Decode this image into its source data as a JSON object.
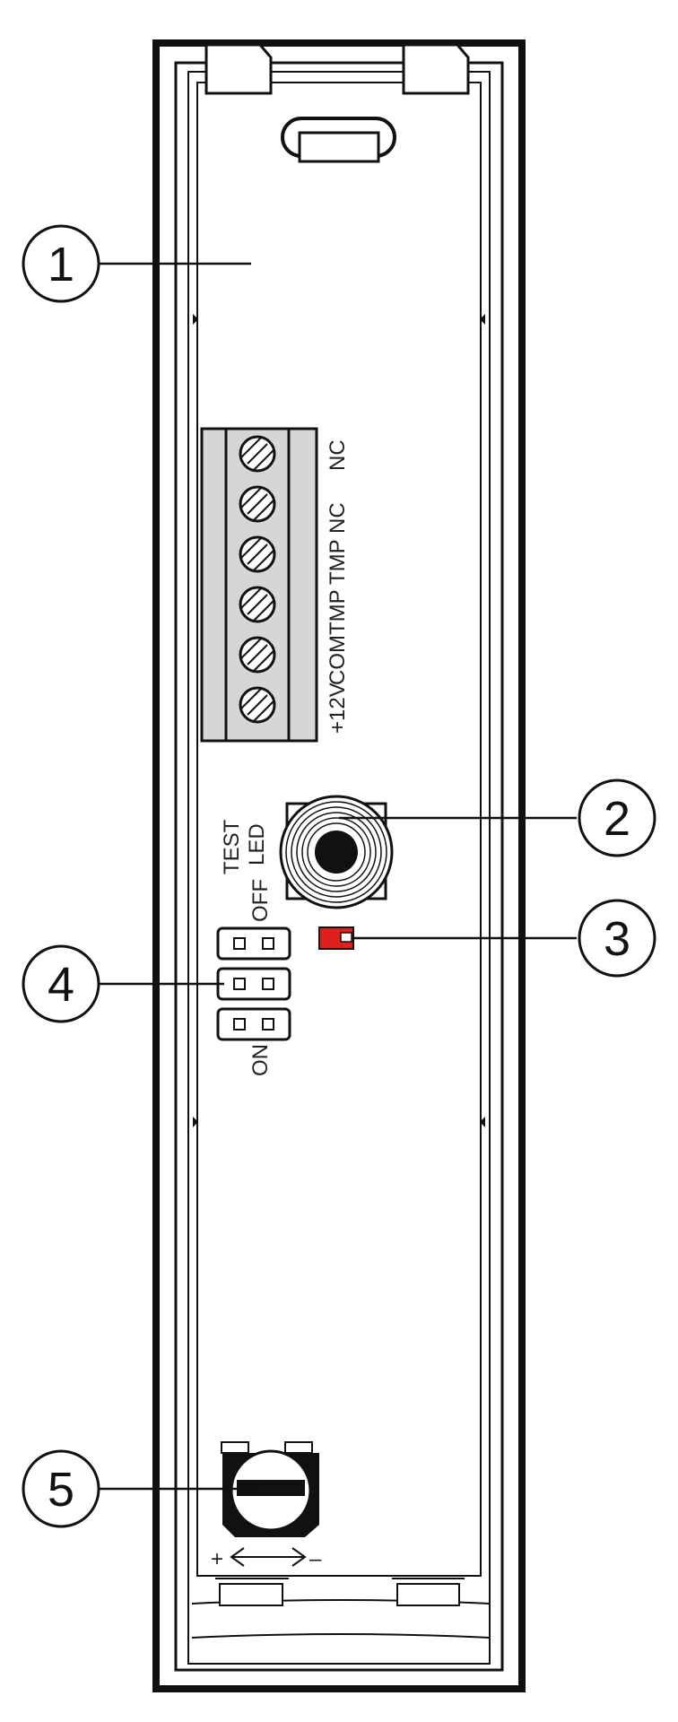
{
  "terminal_labels": [
    "+12V",
    "COM",
    "TMP",
    "TMP",
    "NC",
    "NC"
  ],
  "jumper": {
    "header": [
      "TEST",
      "LED"
    ],
    "off_label": "OFF",
    "on_label": "ON"
  },
  "adjuster": {
    "plus": "+",
    "minus": "–"
  },
  "callouts": [
    "1",
    "2",
    "3",
    "4",
    "5"
  ],
  "colors": {
    "led": "#e0201c",
    "outline": "#111111",
    "board": "#ffffff",
    "terminal": "#d6d6d6"
  }
}
